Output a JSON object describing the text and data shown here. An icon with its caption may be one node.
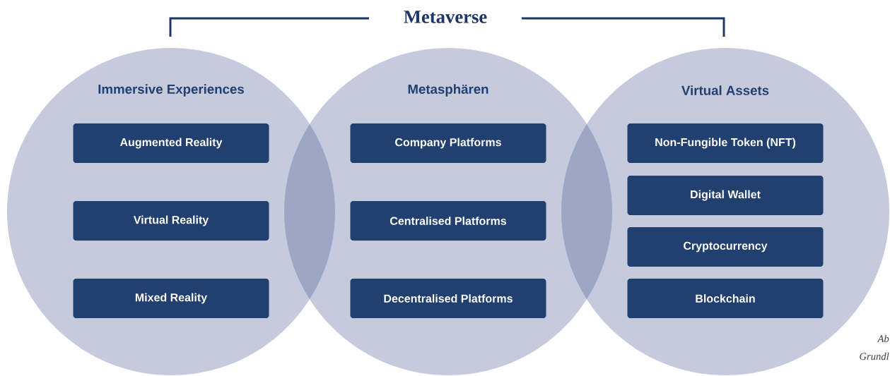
{
  "diagram": {
    "title": "Metaverse",
    "nodes": [
      {
        "text": [
          "Immersive Experiences"
        ]
      },
      {
        "text": [
          "Augmented Reality"
        ],
        "in": 0
      },
      {
        "text": [
          "Virtual Reality"
        ],
        "in": 0
      },
      {
        "text": [
          "Mixed Reality"
        ],
        "in": 0
      },
      {
        "text": [
          "Metasphären"
        ]
      },
      {
        "text": [
          "Company Platforms"
        ],
        "in": 4
      },
      {
        "text": [
          "Centralised Platforms"
        ],
        "in": 4
      },
      {
        "text": [
          "Decentralised Platforms"
        ],
        "in": 4
      },
      {
        "text": [
          "Virtual Assets"
        ]
      },
      {
        "text": [
          "Non-Fungible Token (NFT)"
        ],
        "in": 8
      },
      {
        "text": [
          "Digital Wallet"
        ],
        "in": 8
      },
      {
        "text": [
          "Cryptocurrency"
        ],
        "in": 8
      },
      {
        "text": [
          "Blockchain"
        ],
        "in": 8
      }
    ],
    "labels": [
      "Ab",
      "Grundl"
    ]
  }
}
